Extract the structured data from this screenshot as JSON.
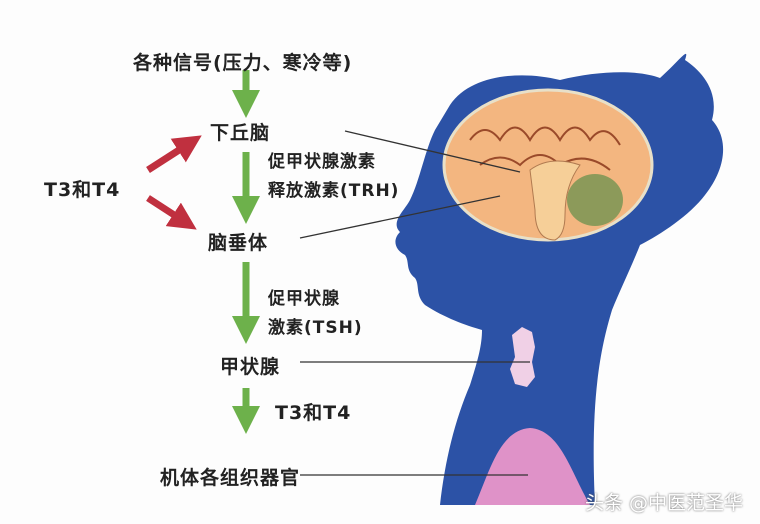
{
  "labels": {
    "signals": "各种信号(压力、寒冷等)",
    "hypothalamus": "下丘脑",
    "trh_line1": "促甲状腺激素",
    "trh_line2": "释放激素(TRH)",
    "feedback": "T3和T4",
    "pituitary": "脑垂体",
    "tsh_line1": "促甲状腺",
    "tsh_line2": "激素(TSH)",
    "thyroid": "甲状腺",
    "output_hormones": "T3和T4",
    "body_tissues": "机体各组织器官"
  },
  "watermark": "头条 @中医范圣华",
  "colors": {
    "silhouette": "#2c52a6",
    "stimulate_arrow": "#6db14b",
    "feedback_arrow": "#c0303f",
    "brain": "#f3b680",
    "thyroid": "#f0d0e6",
    "organs": "#df92c8"
  }
}
